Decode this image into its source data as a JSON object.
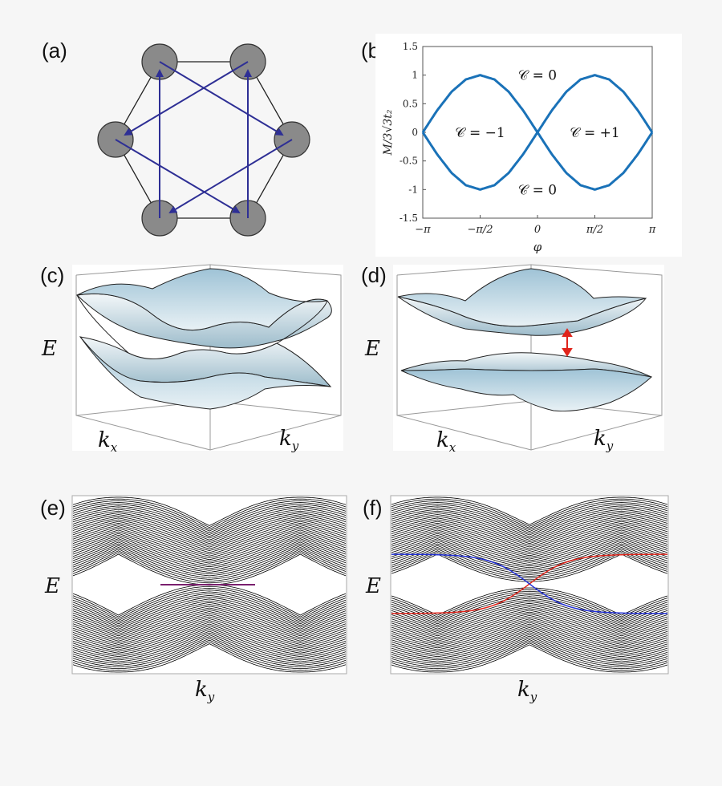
{
  "panels": {
    "a": {
      "label": "(a)"
    },
    "b": {
      "label": "(b)"
    },
    "c": {
      "label": "(c)",
      "E": "E",
      "kx": "k",
      "kx_sub": "x",
      "ky": "k",
      "ky_sub": "y"
    },
    "d": {
      "label": "(d)",
      "E": "E",
      "kx": "k",
      "kx_sub": "x",
      "ky": "k",
      "ky_sub": "y"
    },
    "e": {
      "label": "(e)",
      "E": "E",
      "ky": "k",
      "ky_sub": "y"
    },
    "f": {
      "label": "(f)",
      "E": "E",
      "ky": "k",
      "ky_sub": "y"
    }
  },
  "colors": {
    "hexagon_sites": "#8a8a8a",
    "hopping_arrows": "#2e2f95",
    "phase_boundary": "#1a72b8",
    "surface_fill": "#c9dfea",
    "bulk_bands": "#000000",
    "edge_state_red": "#e0241b",
    "edge_state_blue": "#2230d6",
    "edge_state_purple": "#7a1f6e",
    "gap_marker": "#e0241b"
  },
  "chart_data": [
    {
      "type": "line",
      "panel": "b",
      "xlabel": "φ",
      "ylabel": "M/3√3t₂",
      "xlim": [
        -3.1416,
        3.1416
      ],
      "ylim": [
        -1.5,
        1.5
      ],
      "x_ticks": [
        "−π",
        "−π/2",
        "0",
        "π/2",
        "π"
      ],
      "x_tick_values": [
        -3.1416,
        -1.5708,
        0,
        1.5708,
        3.1416
      ],
      "y_ticks": [
        "1.5",
        "1",
        "0.5",
        "0",
        "-0.5",
        "-1",
        "-1.5"
      ],
      "y_tick_values": [
        1.5,
        1,
        0.5,
        0,
        -0.5,
        -1,
        -1.5
      ],
      "series": [
        {
          "x": [
            -3.1416,
            -2.7489,
            -2.3562,
            -1.9635,
            -1.5708,
            -1.1781,
            -0.7854,
            -0.3927,
            0,
            0.3927,
            0.7854,
            1.1781,
            1.5708,
            1.9635,
            2.3562,
            2.7489,
            3.1416
          ],
          "y": [
            0,
            0.383,
            0.707,
            0.924,
            1,
            0.924,
            0.707,
            0.383,
            0,
            0.383,
            0.707,
            0.924,
            1,
            0.924,
            0.707,
            0.383,
            0
          ]
        },
        {
          "x": [
            -3.1416,
            -2.7489,
            -2.3562,
            -1.9635,
            -1.5708,
            -1.1781,
            -0.7854,
            -0.3927,
            0,
            0.3927,
            0.7854,
            1.1781,
            1.5708,
            1.9635,
            2.3562,
            2.7489,
            3.1416
          ],
          "y": [
            0,
            -0.383,
            -0.707,
            -0.924,
            -1,
            -0.924,
            -0.707,
            -0.383,
            0,
            -0.383,
            -0.707,
            -0.924,
            -1,
            -0.924,
            -0.707,
            -0.383,
            0
          ]
        }
      ],
      "annotations": [
        {
          "text": "𝒞 = 0",
          "x": 0,
          "y": 1
        },
        {
          "text": "𝒞 = −1",
          "x": -1.5708,
          "y": 0
        },
        {
          "text": "𝒞 = +1",
          "x": 1.5708,
          "y": 0
        },
        {
          "text": "𝒞 = 0",
          "x": 0,
          "y": -1
        }
      ],
      "grid": false
    }
  ]
}
